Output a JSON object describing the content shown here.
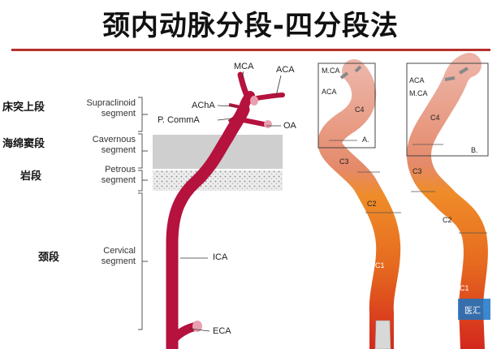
{
  "title": "颈内动脉分段-四分段法",
  "segments": [
    {
      "cn": "床突上段",
      "en1": "Supraclinoid",
      "en2": "segment"
    },
    {
      "cn": "海绵窦段",
      "en1": "Cavernous",
      "en2": "segment"
    },
    {
      "cn": "岩段",
      "en1": "Petrous",
      "en2": "segment"
    },
    {
      "cn": "颈段",
      "en1": "Cervical",
      "en2": "segment"
    }
  ],
  "labels": {
    "mca": "MCA",
    "aca": "ACA",
    "acha": "AChA",
    "pcomm": "P. CommA",
    "oa": "OA",
    "ica": "ICA",
    "eca": "ECA"
  },
  "panel_a": {
    "mca": "M.CA",
    "aca": "ACA",
    "c4": "C4",
    "c3": "C3",
    "c2": "C2",
    "c1": "C1",
    "letter": "A."
  },
  "panel_b": {
    "aca": "ACA",
    "mca": "M.CA",
    "c4": "C4",
    "c3": "C3",
    "c2": "C2",
    "c1": "C1",
    "letter": "B."
  },
  "watermark": "医汇",
  "colors": {
    "artery": "#b5123e",
    "rule": "#b5312b",
    "pink": "#e69a8a",
    "orange": "#ef8a2a",
    "red": "#d63a1f"
  }
}
